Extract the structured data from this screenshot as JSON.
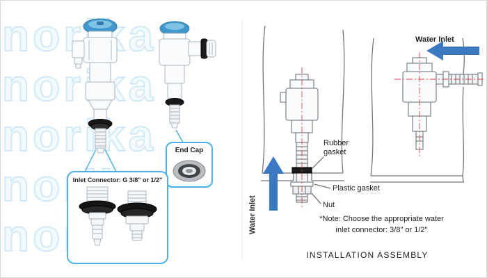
{
  "watermark": {
    "text": "norika"
  },
  "callouts": {
    "end_cap_label": "End Cap",
    "inlet_connector_label": "Inlet Connector: G 3/8\" or 1/2\""
  },
  "assembly": {
    "water_inlet_left": "Water Inlet",
    "water_inlet_right": "Water Inlet",
    "rubber_gasket": "Rubber\ngasket",
    "plastic_gasket": "Plastic gasket",
    "nut": "Nut",
    "note_line1": "*Note: Choose the appropriate water",
    "note_line2": "inlet connector: 3/8\" or 1/2\"",
    "caption": "INSTALLATION ASSEMBLY"
  },
  "colors": {
    "accent_blue": "#4ab1e8",
    "arrow_blue": "#3b79c3",
    "valve_cap_blue": "#3f97cc",
    "watermark_blue": "#d2e9f7",
    "line_gray": "#70777c"
  }
}
